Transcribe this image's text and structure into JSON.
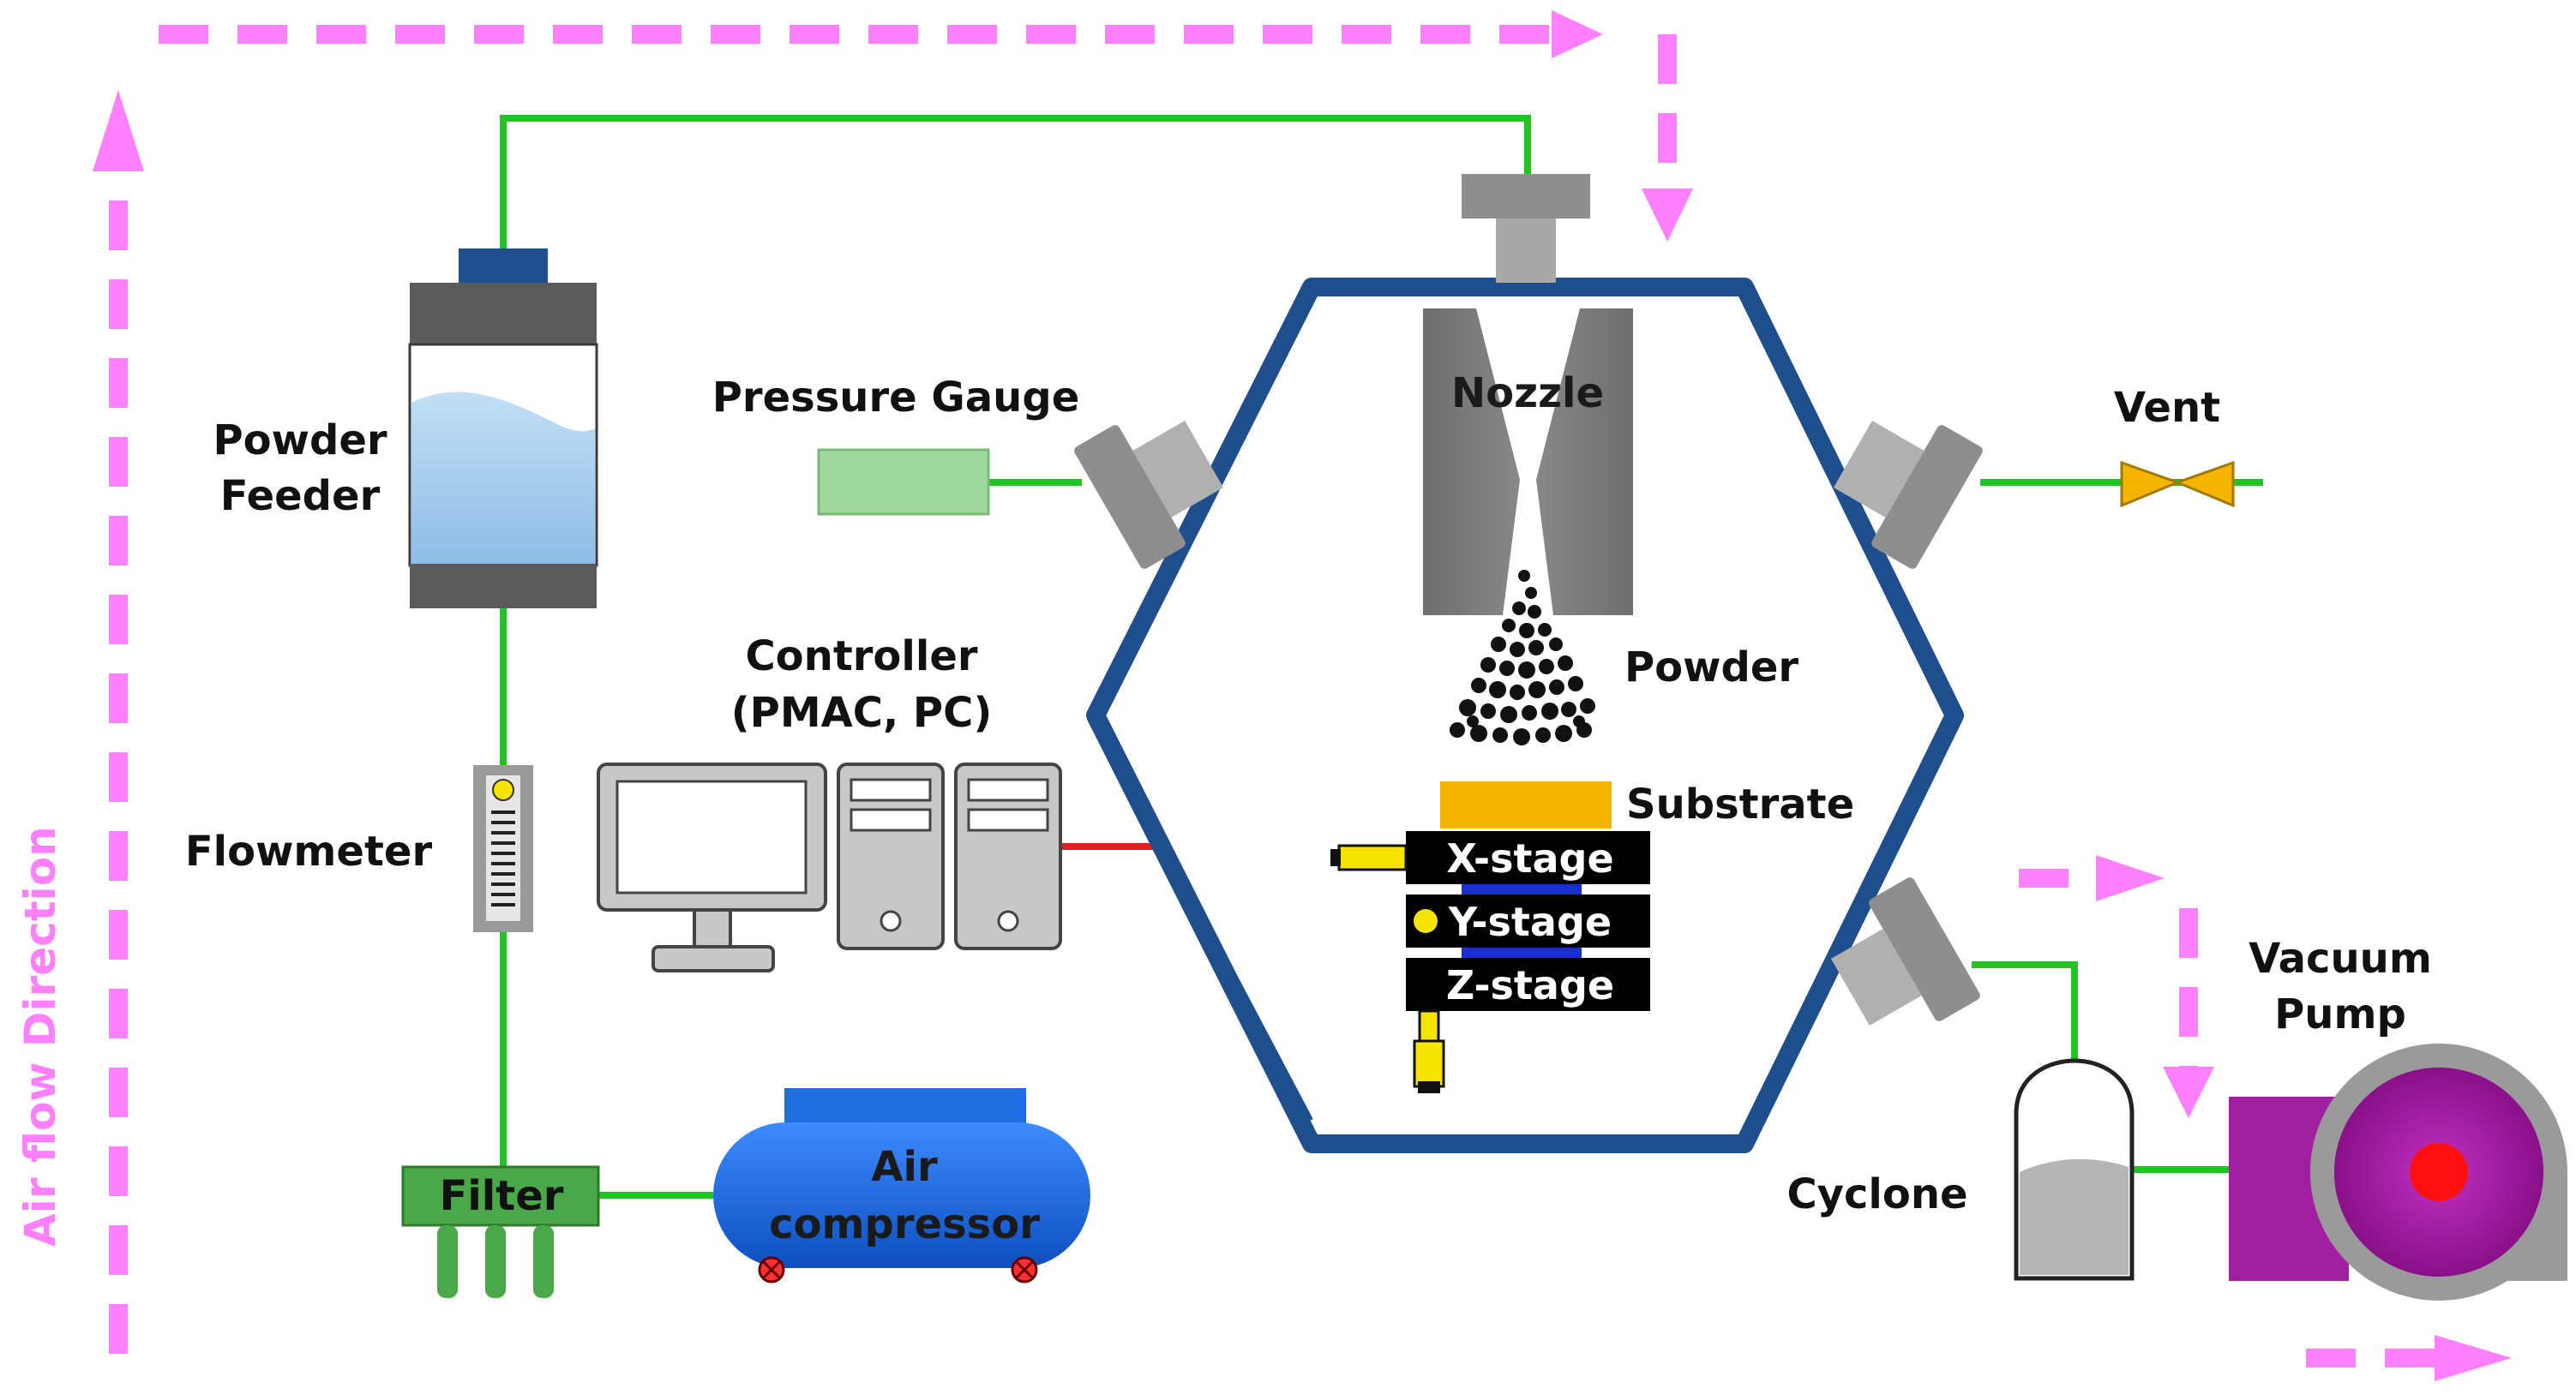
{
  "labels": {
    "powder_feeder": [
      "Powder",
      "Feeder"
    ],
    "pressure_gauge": "Pressure Gauge",
    "nozzle": "Nozzle",
    "vent": "Vent",
    "powder": "Powder",
    "controller": [
      "Controller",
      "(PMAC, PC)"
    ],
    "substrate": "Substrate",
    "x_stage": "X-stage",
    "y_stage": "Y-stage",
    "z_stage": "Z-stage",
    "flowmeter": "Flowmeter",
    "filter": "Filter",
    "air_compressor": [
      "Air",
      "compressor"
    ],
    "cyclone": "Cyclone",
    "vacuum_pump": [
      "Vacuum",
      "Pump"
    ],
    "air_flow_direction": "Air flow Direction"
  },
  "colors": {
    "chamber": "#1f4e8c",
    "gas_line": "#22c422",
    "signal_line": "#e02020",
    "flow_arrow": "#ff80ff",
    "feeder_cap": "#1f4e8c",
    "feeder_band": "#5a5a5a",
    "powder_fill": "#a6cdee",
    "gauge": "#9fd89f",
    "valve": "#f5b400",
    "filter": "#4aa84a",
    "compressor": "#1f6fe0",
    "pump": "#a020a0",
    "pump_center": "#ff1010",
    "substrate": "#f5b400",
    "stage": "#000000",
    "port": "#9a9a9a",
    "nozzle": "#777777"
  }
}
